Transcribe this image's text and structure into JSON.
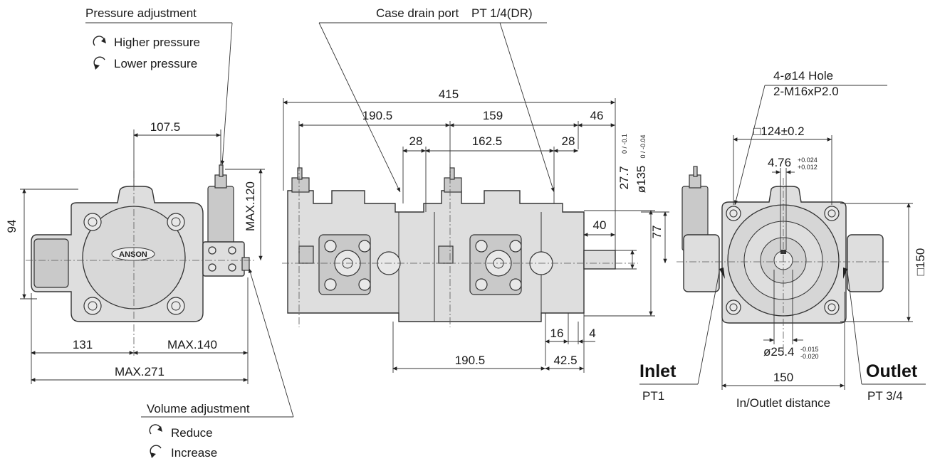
{
  "brand": "ANSON",
  "pressure_adjustment": {
    "title": "Pressure adjustment",
    "higher": "Higher pressure",
    "lower": "Lower pressure"
  },
  "volume_adjustment": {
    "title": "Volume adjustment",
    "reduce": "Reduce",
    "increase": "Increase"
  },
  "case_drain": {
    "label": "Case drain port",
    "thread": "PT 1/4(DR)"
  },
  "holes": {
    "hole": "4-ø14 Hole",
    "thread": "2-M16xP2.0"
  },
  "inlet": {
    "label": "Inlet",
    "size": "PT1"
  },
  "outlet": {
    "label": "Outlet",
    "size": "PT 3/4"
  },
  "inout_distance": "In/Outlet distance",
  "dims": {
    "d107_5": "107.5",
    "d94": "94",
    "max120": "MAX.120",
    "d131": "131",
    "max140": "MAX.140",
    "max271": "MAX.271",
    "d415": "415",
    "d190_5_top": "190.5",
    "d159": "159",
    "d46": "46",
    "d28_left": "28",
    "d162_5": "162.5",
    "d28_right": "28",
    "d27_7": "27.7",
    "d27_7_tol": "0 / -0.1",
    "d135": "ø135",
    "d135_tol": "0 / -0.04",
    "d40": "40",
    "d77": "77",
    "d16": "16",
    "d4": "4",
    "d190_5_bottom": "190.5",
    "d42_5": "42.5",
    "sq124": "□124±0.2",
    "d4_76": "4.76",
    "d4_76_tol_up": "+0.024",
    "d4_76_tol_dn": "+0.012",
    "sq150": "□150",
    "d25_4": "ø25.4",
    "d25_4_tol_up": "-0.015",
    "d25_4_tol_dn": "-0.020",
    "d150": "150"
  }
}
